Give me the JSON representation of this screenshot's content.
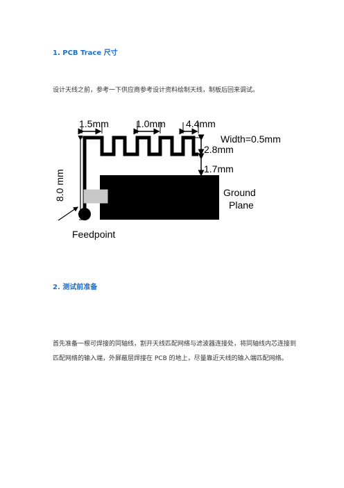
{
  "section1": {
    "title": "1. PCB Trace 尺寸",
    "intro": "设计天线之前，参考一下供应商参考设计资料绘制天线，制板后回来调试。"
  },
  "figure": {
    "labels": {
      "dim_left": "1.5mm",
      "dim_middle": "1.0mm",
      "dim_right": "4.4mm",
      "width": "Width=0.5mm",
      "dim_meander_height": "2.8mm",
      "dim_gap": "1.7mm",
      "dim_total_height": "8.0 mm",
      "ground_line1": "Ground",
      "ground_line2": "Plane",
      "feedpoint": "Feedpoint"
    },
    "colors": {
      "trace": "#000000",
      "ground_plane": "#000000",
      "feed_pad": "#c8c8c8"
    }
  },
  "section2": {
    "title": "2.  测试前准备",
    "body": "首先准备一根可焊接的同轴线，割开天线匹配网络与滤波器连接处，将同轴线内芯连接到匹配网络的输入端，外屏蔽层焊接在 PCB 的地上，尽量靠近天线的输入端匹配网络。"
  }
}
